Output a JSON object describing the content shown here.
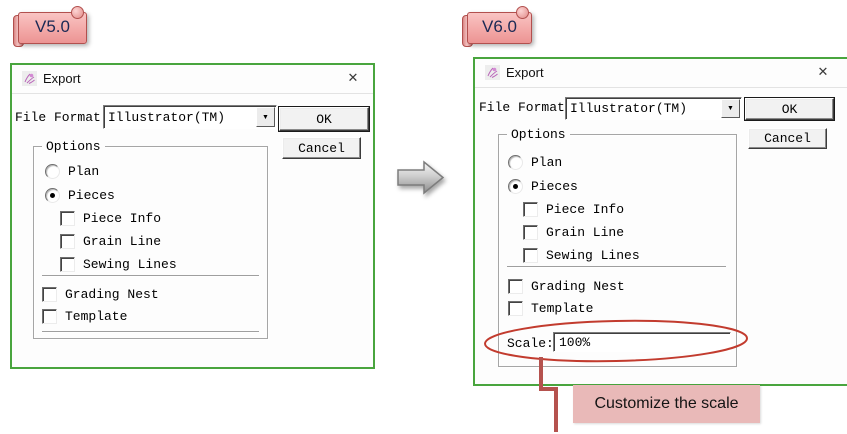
{
  "banners": {
    "v5": "V5.0",
    "v6": "V6.0"
  },
  "icons": {
    "close": "✕",
    "dropdown": "▼"
  },
  "dialog_v5": {
    "title": "Export",
    "file_format_label": "File Format:",
    "file_format_value": "Illustrator(TM)",
    "ok_label": "OK",
    "cancel_label": "Cancel",
    "options_label": "Options",
    "radio_plan": {
      "label": "Plan",
      "selected": false
    },
    "radio_pieces": {
      "label": "Pieces",
      "selected": true
    },
    "check_piece_info": {
      "label": "Piece Info",
      "checked": false
    },
    "check_grain_line": {
      "label": "Grain Line",
      "checked": false
    },
    "check_sewing_lines": {
      "label": "Sewing Lines",
      "checked": false
    },
    "check_grading_nest": {
      "label": "Grading Nest",
      "checked": false
    },
    "check_template": {
      "label": "Template",
      "checked": false
    }
  },
  "dialog_v6": {
    "title": "Export",
    "file_format_label": "File Format:",
    "file_format_value": "Illustrator(TM)",
    "ok_label": "OK",
    "cancel_label": "Cancel",
    "options_label": "Options",
    "radio_plan": {
      "label": "Plan",
      "selected": false
    },
    "radio_pieces": {
      "label": "Pieces",
      "selected": true
    },
    "check_piece_info": {
      "label": "Piece Info",
      "checked": false
    },
    "check_grain_line": {
      "label": "Grain Line",
      "checked": false
    },
    "check_sewing_lines": {
      "label": "Sewing Lines",
      "checked": false
    },
    "check_grading_nest": {
      "label": "Grading Nest",
      "checked": false
    },
    "check_template": {
      "label": "Template",
      "checked": false
    },
    "scale_label": "Scale:",
    "scale_value": "100%"
  },
  "callout": {
    "text": "Customize the scale"
  },
  "colors": {
    "dialog_border": "#49a53e",
    "annotation_red": "#c23b2e",
    "connector_red": "#b5524e",
    "banner_fill": "#f3a9a8",
    "callout_fill": "#e9b9b8"
  }
}
